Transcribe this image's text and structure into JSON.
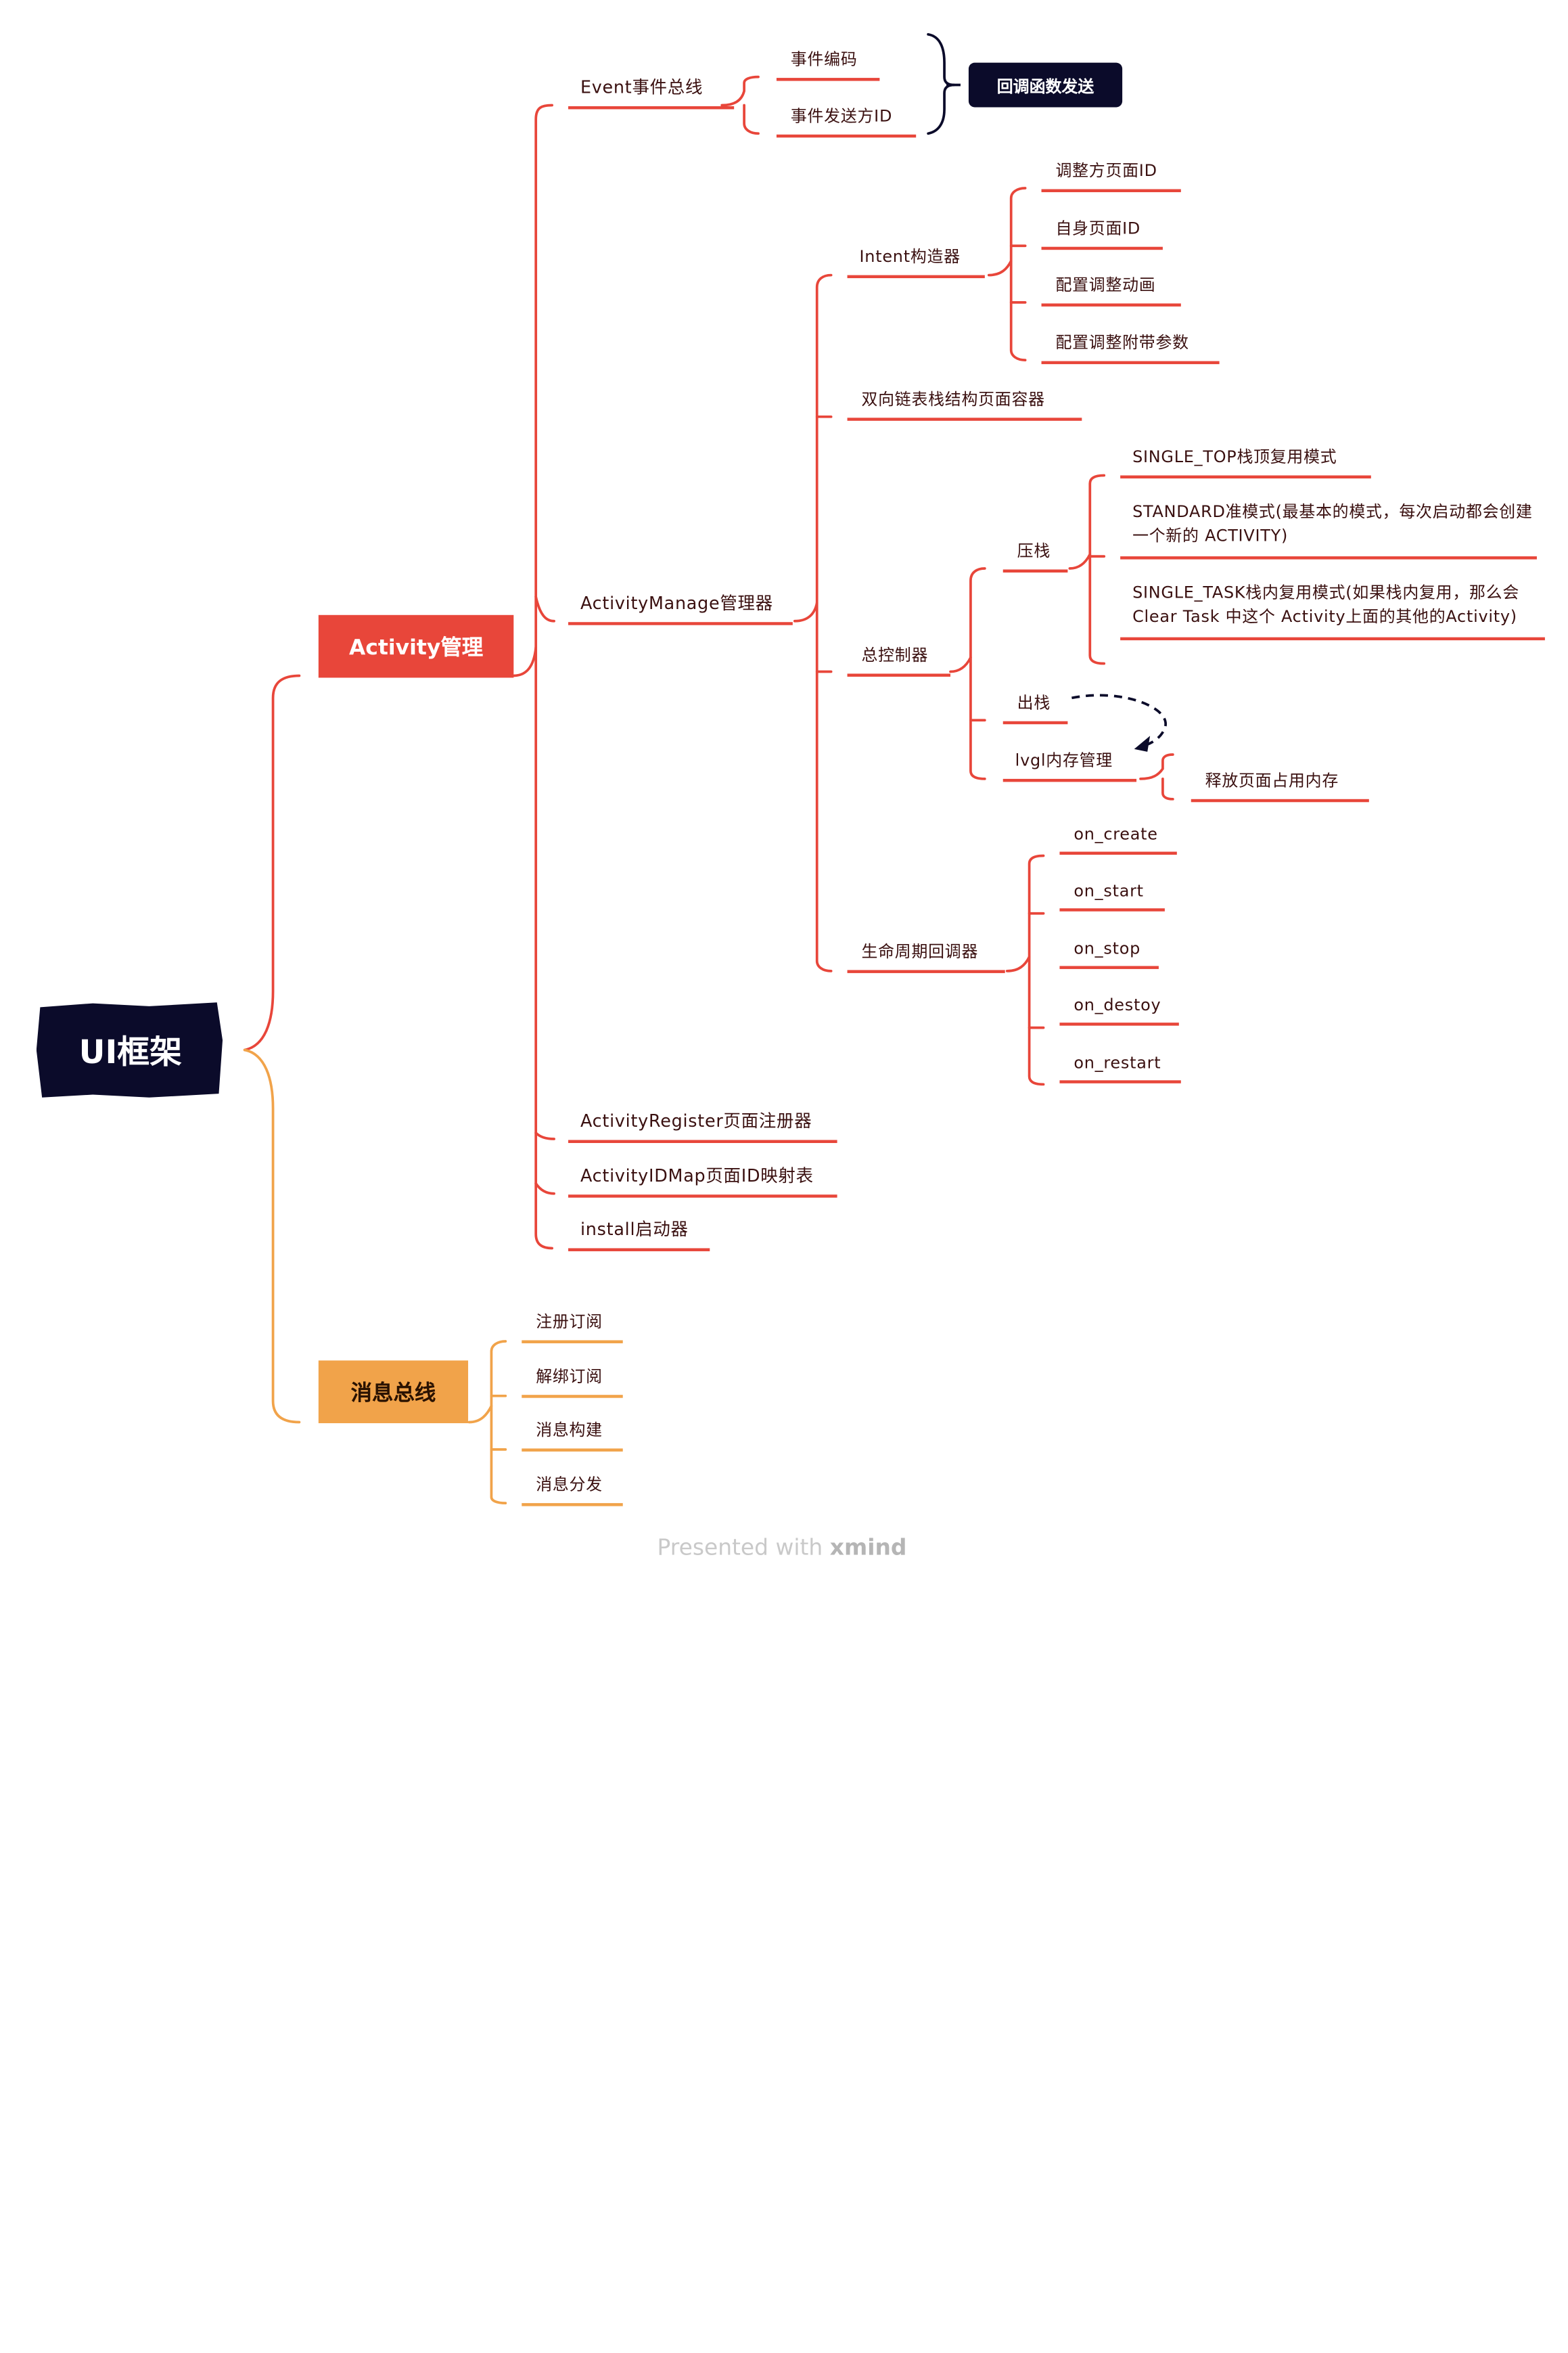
{
  "root": {
    "label": "UI框架"
  },
  "activity": {
    "label": "Activity管理",
    "event_bus": {
      "label": "Event事件总线",
      "children": [
        "事件编码",
        "事件发送方ID"
      ],
      "summary": "回调函数发送"
    },
    "manager": {
      "label": "ActivityManage管理器",
      "intent": {
        "label": "Intent构造器",
        "children": [
          "调整方页面ID",
          "自身页面ID",
          "配置调整动画",
          "配置调整附带参数"
        ]
      },
      "stack_container": "双向链表栈结构页面容器",
      "controller": {
        "label": "总控制器",
        "push": {
          "label": "压栈",
          "children": [
            "SINGLE_TOP栈顶复用模式",
            "STANDARD准模式(最基本的模式，每次启动都会创建一个新的 ACTIVITY)",
            "SINGLE_TASK栈内复用模式(如果栈内复用，那么会 Clear Task 中这个 Activity上面的其他的Activity)"
          ]
        },
        "pop": {
          "label": "出栈"
        },
        "lvgl": {
          "label": "lvgl内存管理",
          "children": [
            "释放页面占用内存"
          ]
        }
      },
      "lifecycle": {
        "label": "生命周期回调器",
        "children": [
          "on_create",
          "on_start",
          "on_stop",
          "on_destoy",
          "on_restart"
        ]
      }
    },
    "register": "ActivityRegister页面注册器",
    "idmap": "ActivityIDMap页面ID映射表",
    "install": "install启动器"
  },
  "msgbus": {
    "label": "消息总线",
    "children": [
      "注册订阅",
      "解绑订阅",
      "消息构建",
      "消息分发"
    ]
  },
  "footer": {
    "prefix": "Presented with ",
    "brand": "xmind"
  },
  "colors": {
    "red": "#e8463a",
    "orange": "#f1a34a",
    "navy": "#0b0b2a",
    "text": "#3a1010"
  }
}
